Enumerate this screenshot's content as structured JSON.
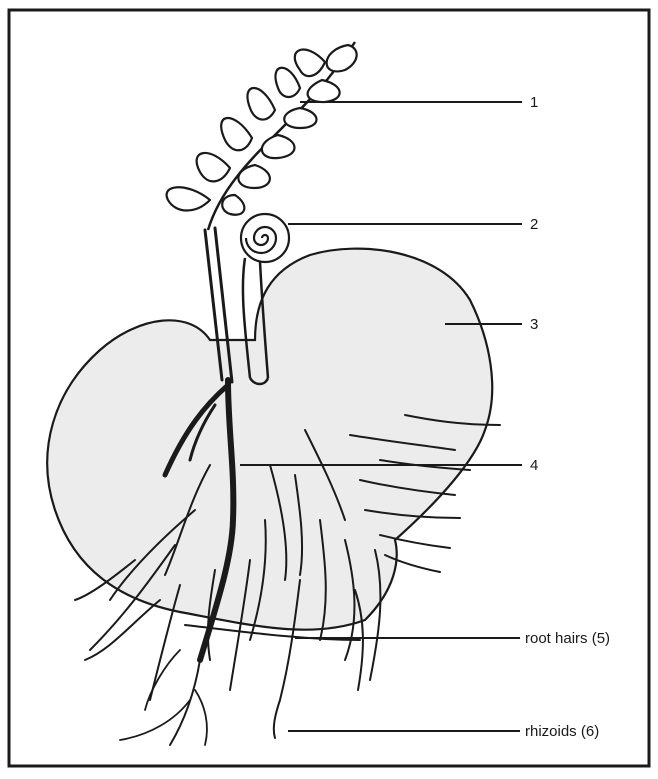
{
  "figure": {
    "background": "#ffffff",
    "ink_color": "#1a1a1a",
    "fill_color": "#ececec",
    "labels": [
      {
        "id": "leaf",
        "text": "1"
      },
      {
        "id": "curled-frond",
        "text": "2"
      },
      {
        "id": "prothallus",
        "text": "3"
      },
      {
        "id": "root",
        "text": "4"
      },
      {
        "id": "root-hairs",
        "text": "root hairs (5)"
      },
      {
        "id": "rhizoids",
        "text": "rhizoids (6)"
      }
    ]
  }
}
